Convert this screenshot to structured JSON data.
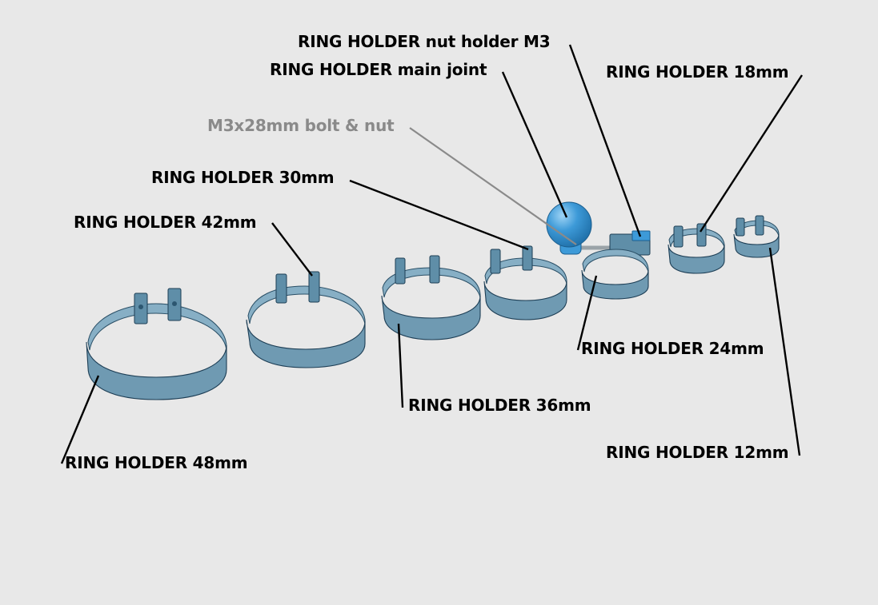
{
  "colors": {
    "background": "#e8e8e8",
    "part_blue": "#6f9ab2",
    "joint_blue": "#3d9ad8",
    "label_text": "#000000",
    "muted_label_text": "#8a8a8a"
  },
  "labels": {
    "nut_holder": "RING HOLDER nut holder M3",
    "main_joint": "RING HOLDER main joint",
    "holder_18": "RING HOLDER 18mm",
    "bolt_nut": "M3x28mm bolt & nut",
    "holder_30": "RING HOLDER 30mm",
    "holder_42": "RING HOLDER 42mm",
    "holder_24": "RING HOLDER 24mm",
    "holder_36": "RING HOLDER 36mm",
    "holder_12": "RING HOLDER 12mm",
    "holder_48": "RING HOLDER 48mm"
  }
}
